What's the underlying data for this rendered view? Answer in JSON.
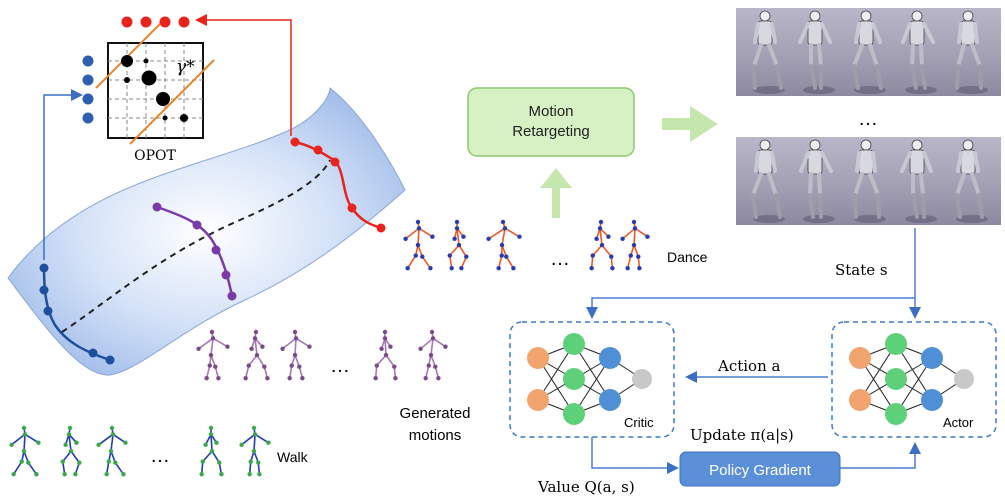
{
  "labels": {
    "opot": "OPOT",
    "gamma": "γ*",
    "motion_retargeting_line1": "Motion",
    "motion_retargeting_line2": "Retargeting",
    "ellipsis_robots": "…",
    "ellipsis_dance": "…",
    "ellipsis_generated": "…",
    "ellipsis_walk": "…",
    "dance": "Dance",
    "walk": "Walk",
    "generated_line1": "Generated",
    "generated_line2": "motions",
    "state": "State s",
    "action": "Action a",
    "critic": "Critic",
    "actor": "Actor",
    "update": "Update π(a|s)",
    "value": "Value Q(a, s)",
    "policy_gradient": "Policy Gradient"
  },
  "colors": {
    "manifold": "#aac4ee",
    "retarget_fill": "#d7f0c4",
    "retarget_border": "#8bc96b",
    "arrow_green": "#c5e6ad",
    "blue_line": "#4a7fcf",
    "red": "#e8241c",
    "purple": "#7a3aa8",
    "navy": "#1e4f9c",
    "policy_fill": "#5b8fd8",
    "orange_node": "#f2a46e",
    "green_node": "#5fd07a",
    "blue_node": "#4f8fd6",
    "gray_node": "#c8c8c8",
    "dash_box": "#3a78c9"
  },
  "icons": {
    "robot_panels": "humanoid-robot-frames"
  }
}
